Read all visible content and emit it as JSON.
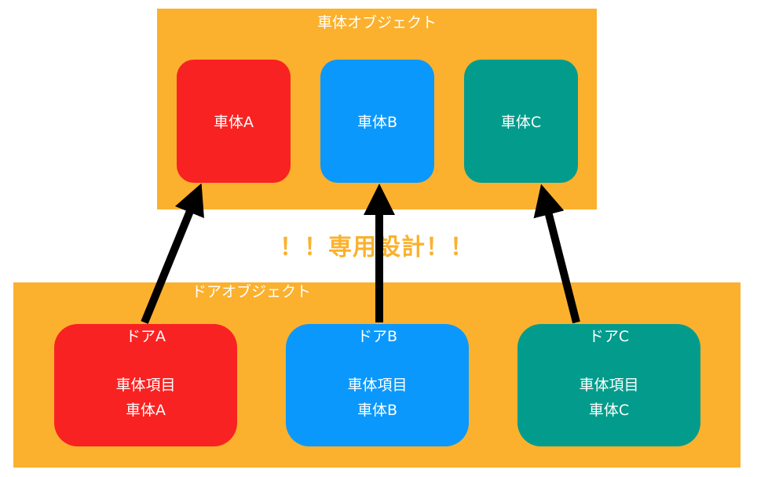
{
  "body_object": {
    "title": "車体オブジェクト",
    "items": [
      {
        "label": "車体A",
        "color": "#f92222"
      },
      {
        "label": "車体B",
        "color": "#0b98fc"
      },
      {
        "label": "車体C",
        "color": "#039c8c"
      }
    ]
  },
  "headline": "！！専用設計！！",
  "door_object": {
    "title": "ドアオブジェクト",
    "items": [
      {
        "title": "ドアA",
        "line1": "車体項目",
        "line2": "車体A",
        "color": "#f92222"
      },
      {
        "title": "ドアB",
        "line1": "車体項目",
        "line2": "車体B",
        "color": "#0b98fc"
      },
      {
        "title": "ドアC",
        "line1": "車体項目",
        "line2": "車体C",
        "color": "#039c8c"
      }
    ]
  },
  "colors": {
    "container": "#fbb12d",
    "arrow": "#000000"
  }
}
